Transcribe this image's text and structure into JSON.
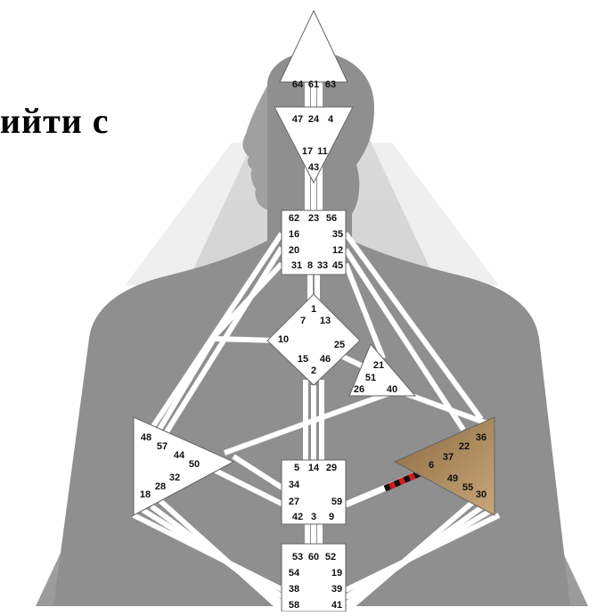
{
  "header_text": "ийти с",
  "colors": {
    "background": "#ffffff",
    "body_gray": "#8f8f8f",
    "channel_white": "#ffffff",
    "center_white": "#ffffff",
    "spleen_brown": "#b08a5c",
    "active_red": "#d21a1a",
    "active_black": "#111111"
  },
  "centers": {
    "head": {
      "gates": [
        "64",
        "61",
        "63"
      ]
    },
    "ajna": {
      "gates": [
        "47",
        "24",
        "4",
        "17",
        "11",
        "43"
      ]
    },
    "throat": {
      "gates": [
        "62",
        "23",
        "56",
        "16",
        "35",
        "20",
        "12",
        "31",
        "8",
        "33",
        "45"
      ]
    },
    "g_center": {
      "gates": [
        "1",
        "7",
        "13",
        "10",
        "25",
        "15",
        "46",
        "2"
      ]
    },
    "heart": {
      "gates": [
        "21",
        "51",
        "26",
        "40"
      ]
    },
    "spleen": {
      "gates": [
        "48",
        "57",
        "44",
        "50",
        "32",
        "28",
        "18"
      ]
    },
    "sacral": {
      "gates": [
        "5",
        "14",
        "29",
        "34",
        "27",
        "59",
        "42",
        "3",
        "9"
      ]
    },
    "solar_plexus": {
      "gates": [
        "36",
        "22",
        "37",
        "6",
        "49",
        "55",
        "30"
      ]
    },
    "root": {
      "gates": [
        "53",
        "60",
        "52",
        "54",
        "19",
        "38",
        "39",
        "58",
        "41"
      ]
    }
  },
  "active_channel": {
    "from_gate": "59",
    "to_gate": "6"
  }
}
